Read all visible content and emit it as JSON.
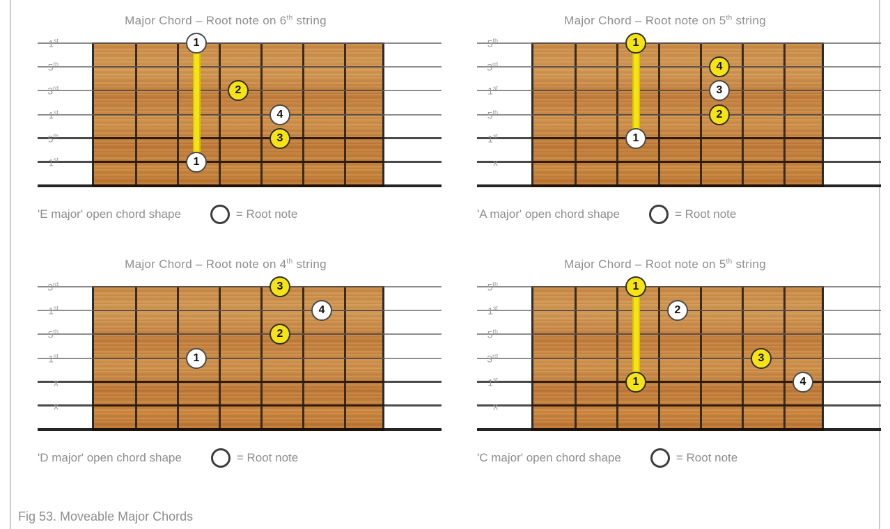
{
  "figure": {
    "caption": "Fig 53.  Moveable  Major Chords"
  },
  "legend": {
    "symbol": "open-circle",
    "equals_text": "= Root note"
  },
  "geometry": {
    "string_count": 7,
    "fret_count": 7,
    "note": "horizontal lines are string lines; vertical lines are fret wires"
  },
  "colors": {
    "dot_white": "#ffffff",
    "dot_yellow": "#f5e316",
    "barre_yellow": "#f5e316",
    "fretboard_wood": "#c98a46",
    "fret_wire": "#3a2a1c",
    "string_bass": "#242424",
    "string_treble": "#8d8d8d",
    "text_gray": "#8e8e8e"
  },
  "panels": [
    {
      "id": "root-6th-string",
      "title_prefix": "Major Chord – Root note on ",
      "title_number": "6",
      "title_ordinal": "th",
      "title_suffix": " string",
      "shape_name": "'E major' open chord shape",
      "string_labels": [
        {
          "text": "1",
          "ordinal": "st"
        },
        {
          "text": "5",
          "ordinal": "th"
        },
        {
          "text": "3",
          "ordinal": "rd"
        },
        {
          "text": "1",
          "ordinal": "st"
        },
        {
          "text": "5",
          "ordinal": "th"
        },
        {
          "text": "1",
          "ordinal": "st"
        },
        {
          "text": "",
          "ordinal": ""
        }
      ],
      "barre": {
        "fret": 3,
        "string_from": 1,
        "string_to": 6
      },
      "dots": [
        {
          "label": "1",
          "color": "white",
          "fret": 3,
          "string": 1
        },
        {
          "label": "2",
          "color": "yellow",
          "fret": 4,
          "string": 3
        },
        {
          "label": "4",
          "color": "white",
          "fret": 5,
          "string": 4
        },
        {
          "label": "3",
          "color": "yellow",
          "fret": 5,
          "string": 5
        },
        {
          "label": "1",
          "color": "white",
          "fret": 3,
          "string": 6
        }
      ]
    },
    {
      "id": "root-5th-string-a-shape",
      "title_prefix": "Major Chord – Root note on ",
      "title_number": "5",
      "title_ordinal": "th",
      "title_suffix": " string",
      "shape_name": "'A major' open chord shape",
      "string_labels": [
        {
          "text": "5",
          "ordinal": "th"
        },
        {
          "text": "3",
          "ordinal": "rd"
        },
        {
          "text": "1",
          "ordinal": "st"
        },
        {
          "text": "5",
          "ordinal": "th"
        },
        {
          "text": "1",
          "ordinal": "st"
        },
        {
          "text": "x",
          "ordinal": ""
        },
        {
          "text": "",
          "ordinal": ""
        }
      ],
      "barre": {
        "fret": 3,
        "string_from": 1,
        "string_to": 5
      },
      "dots": [
        {
          "label": "1",
          "color": "yellow",
          "fret": 3,
          "string": 1
        },
        {
          "label": "4",
          "color": "yellow",
          "fret": 5,
          "string": 2
        },
        {
          "label": "3",
          "color": "white",
          "fret": 5,
          "string": 3
        },
        {
          "label": "2",
          "color": "yellow",
          "fret": 5,
          "string": 4
        },
        {
          "label": "1",
          "color": "white",
          "fret": 3,
          "string": 5
        }
      ]
    },
    {
      "id": "root-4th-string",
      "title_prefix": "Major Chord – Root note on ",
      "title_number": "4",
      "title_ordinal": "th",
      "title_suffix": " string",
      "shape_name": "'D major' open chord shape",
      "string_labels": [
        {
          "text": "3",
          "ordinal": "rd"
        },
        {
          "text": "1",
          "ordinal": "st"
        },
        {
          "text": "5",
          "ordinal": "th"
        },
        {
          "text": "1",
          "ordinal": "st"
        },
        {
          "text": "x",
          "ordinal": ""
        },
        {
          "text": "x",
          "ordinal": ""
        },
        {
          "text": "",
          "ordinal": ""
        }
      ],
      "barre": null,
      "dots": [
        {
          "label": "3",
          "color": "yellow",
          "fret": 5,
          "string": 1
        },
        {
          "label": "4",
          "color": "white",
          "fret": 6,
          "string": 2
        },
        {
          "label": "2",
          "color": "yellow",
          "fret": 5,
          "string": 3
        },
        {
          "label": "1",
          "color": "white",
          "fret": 3,
          "string": 4
        }
      ]
    },
    {
      "id": "root-5th-string-c-shape",
      "title_prefix": "Major Chord – Root note on ",
      "title_number": "5",
      "title_ordinal": "th",
      "title_suffix": " string",
      "shape_name": "'C major' open chord shape",
      "string_labels": [
        {
          "text": "5",
          "ordinal": "th"
        },
        {
          "text": "1",
          "ordinal": "st"
        },
        {
          "text": "5",
          "ordinal": "th"
        },
        {
          "text": "3",
          "ordinal": "rd"
        },
        {
          "text": "1",
          "ordinal": "st"
        },
        {
          "text": "x",
          "ordinal": ""
        },
        {
          "text": "",
          "ordinal": ""
        }
      ],
      "barre": {
        "fret": 3,
        "string_from": 1,
        "string_to": 5
      },
      "dots": [
        {
          "label": "1",
          "color": "yellow",
          "fret": 3,
          "string": 1
        },
        {
          "label": "2",
          "color": "white",
          "fret": 4,
          "string": 2
        },
        {
          "label": "3",
          "color": "yellow",
          "fret": 6,
          "string": 4
        },
        {
          "label": "4",
          "color": "white",
          "fret": 7,
          "string": 5
        },
        {
          "label": "1",
          "color": "yellow",
          "fret": 3,
          "string": 5
        }
      ]
    }
  ]
}
